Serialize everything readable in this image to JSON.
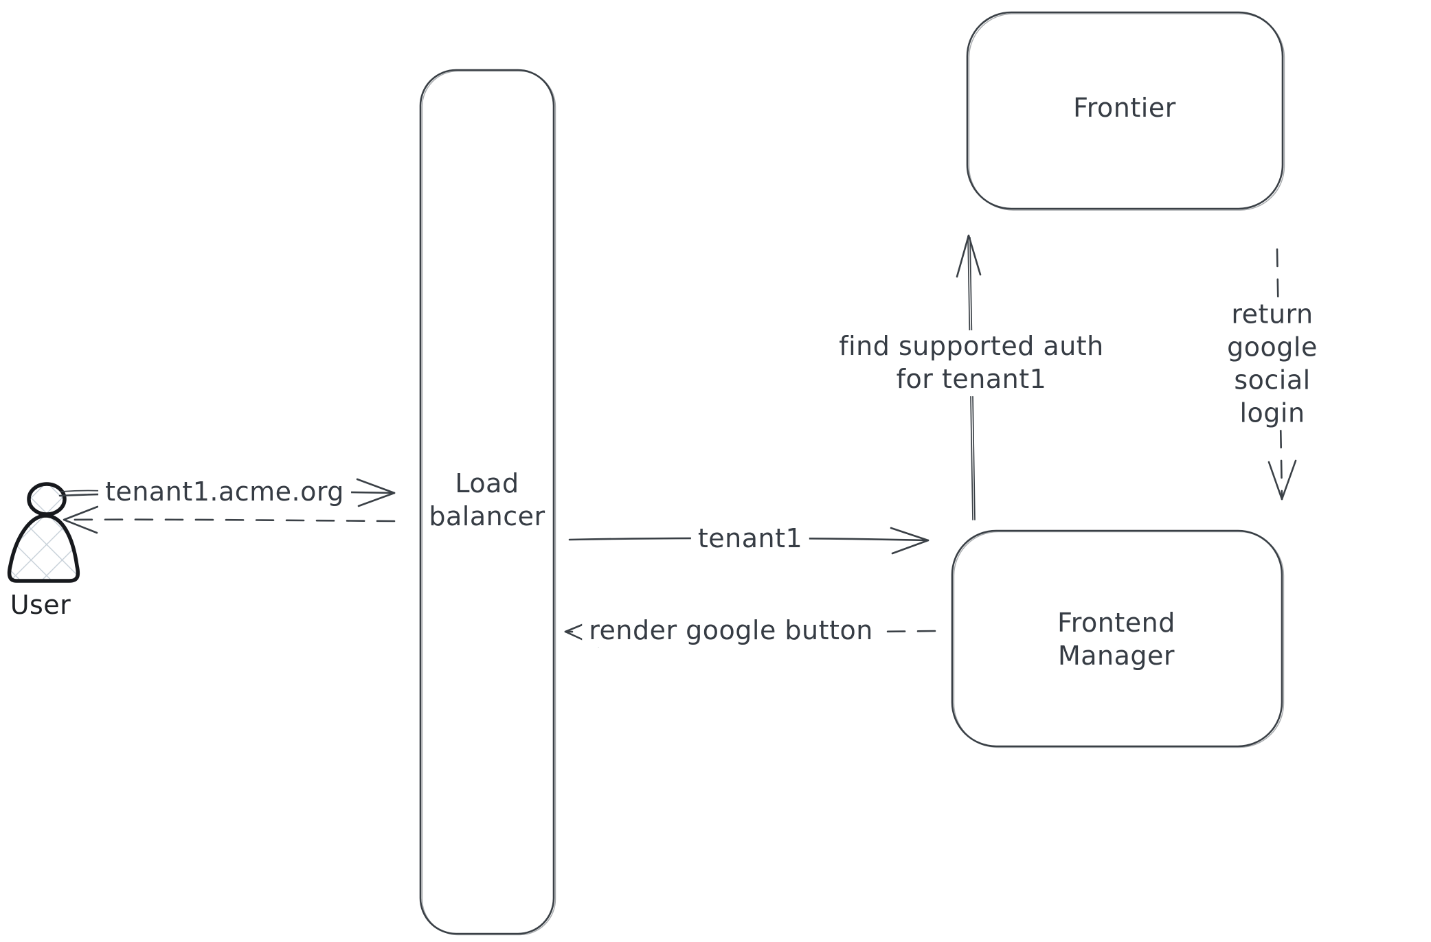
{
  "theme": {
    "bg": "#ffffff",
    "ink": "#363c44",
    "stroke": "#3a4046",
    "figure": "#17191d",
    "hatch": "#c9d2da"
  },
  "actors": {
    "user": {
      "icon": "person-icon",
      "label": "User"
    }
  },
  "nodes": {
    "load_balancer": {
      "label": "Load\nbalancer"
    },
    "frontier": {
      "label": "Frontier"
    },
    "frontend_manager": {
      "label": "Frontend\nManager"
    }
  },
  "edges": {
    "user_request": {
      "label": "tenant1.acme.org",
      "from": "User",
      "to": "Load balancer",
      "style": "solid"
    },
    "user_response": {
      "label": "",
      "from": "Load balancer",
      "to": "User",
      "style": "dashed"
    },
    "tenant_route": {
      "label": "tenant1",
      "from": "Load balancer",
      "to": "Frontend Manager",
      "style": "solid"
    },
    "render_google_button": {
      "label": "render google button",
      "from": "Frontend Manager",
      "to": "Load balancer",
      "style": "dashed"
    },
    "find_supported_auth": {
      "label": "find supported auth\nfor tenant1",
      "from": "Frontend Manager",
      "to": "Frontier",
      "style": "solid"
    },
    "return_google_social_login": {
      "label": "return google social\nlogin",
      "from": "Frontier",
      "to": "Frontend Manager",
      "style": "dashed"
    }
  }
}
